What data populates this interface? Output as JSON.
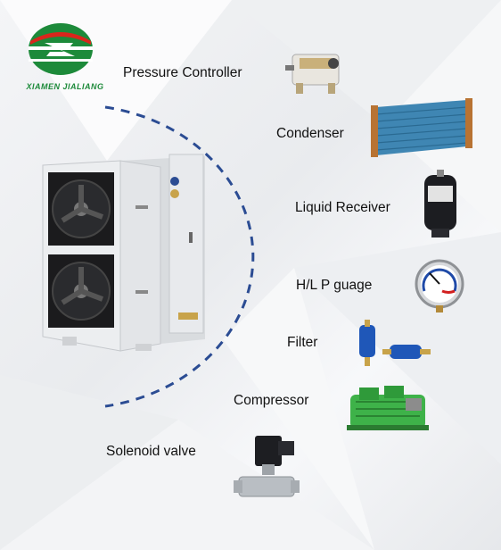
{
  "brand": {
    "name": "XIAMEN JIALIANG",
    "primary_color": "#1d8a3a",
    "accent_color": "#d9261c"
  },
  "accent_arc_color": "#2b4c93",
  "components": [
    {
      "label": "Pressure Controller",
      "icon": "pressure-controller-icon"
    },
    {
      "label": "Condenser",
      "icon": "condenser-coil-icon"
    },
    {
      "label": "Liquid Receiver",
      "icon": "liquid-receiver-icon"
    },
    {
      "label": "H/L P guage",
      "icon": "pressure-gauge-icon"
    },
    {
      "label": "Filter",
      "icon": "filter-drier-icon"
    },
    {
      "label": "Compressor",
      "icon": "compressor-icon"
    },
    {
      "label": "Solenoid valve",
      "icon": "solenoid-valve-icon"
    }
  ]
}
